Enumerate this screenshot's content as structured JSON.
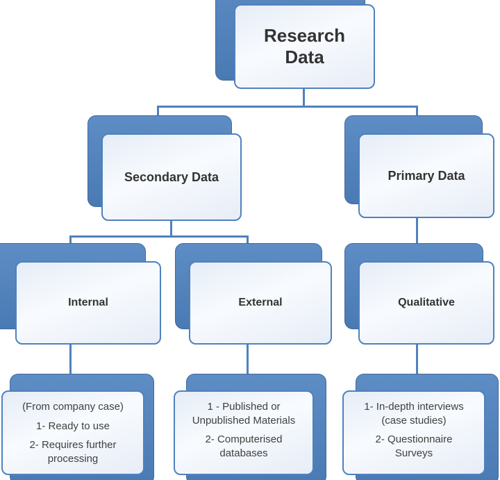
{
  "diagram": {
    "type": "tree",
    "root": {
      "label": "Research Data"
    },
    "level2": [
      {
        "label": "Secondary Data"
      },
      {
        "label": "Primary Data"
      }
    ],
    "level3": [
      {
        "label": "Internal"
      },
      {
        "label": "External"
      },
      {
        "label": "Qualitative"
      }
    ],
    "details": {
      "internal": {
        "lines": [
          "(From company case)",
          "1- Ready to use",
          "2- Requires further processing"
        ]
      },
      "external": {
        "lines": [
          "1 - Published or Unpublished Materials",
          "2- Computerised databases"
        ]
      },
      "qualitative": {
        "lines": [
          "1- In-depth interviews (case studies)",
          "2- Questionnaire Surveys"
        ]
      }
    },
    "colors": {
      "accent": "#4f81bd",
      "box_fill": "#edf2f9",
      "text": "#3b3b3b"
    }
  }
}
